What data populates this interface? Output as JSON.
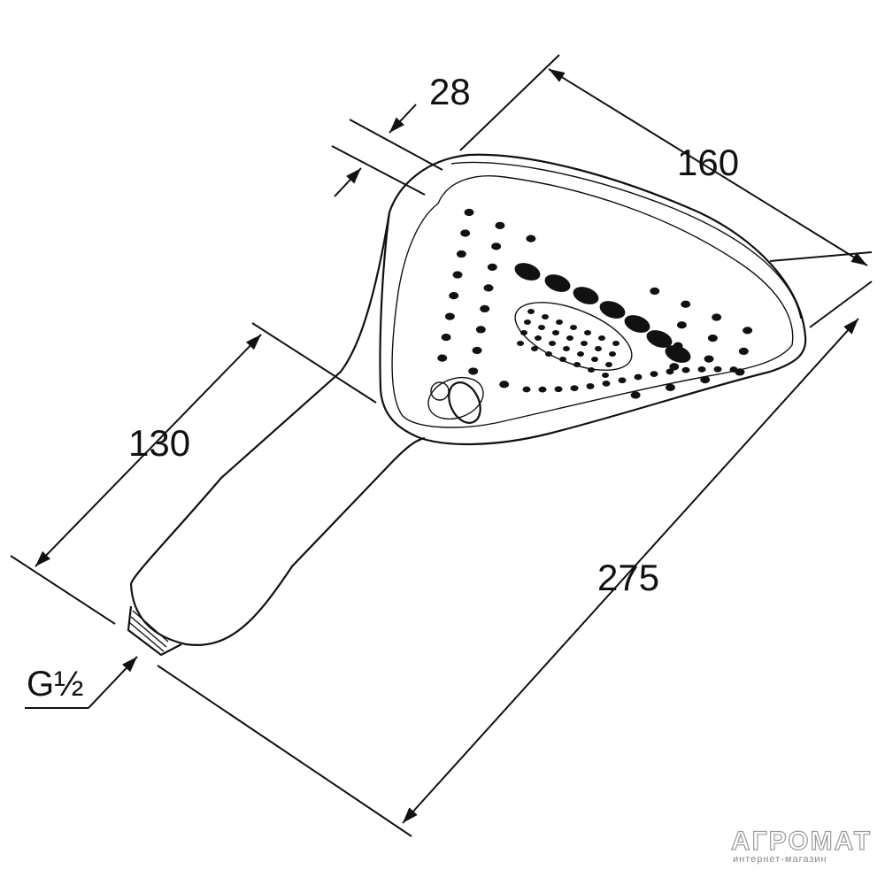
{
  "dimensions": {
    "depth": "28",
    "width": "160",
    "head_height": "130",
    "total_length": "275",
    "thread": "G½"
  },
  "watermark": {
    "brand": "АГРОМАТ",
    "subtitle": "интернет-магазин"
  }
}
